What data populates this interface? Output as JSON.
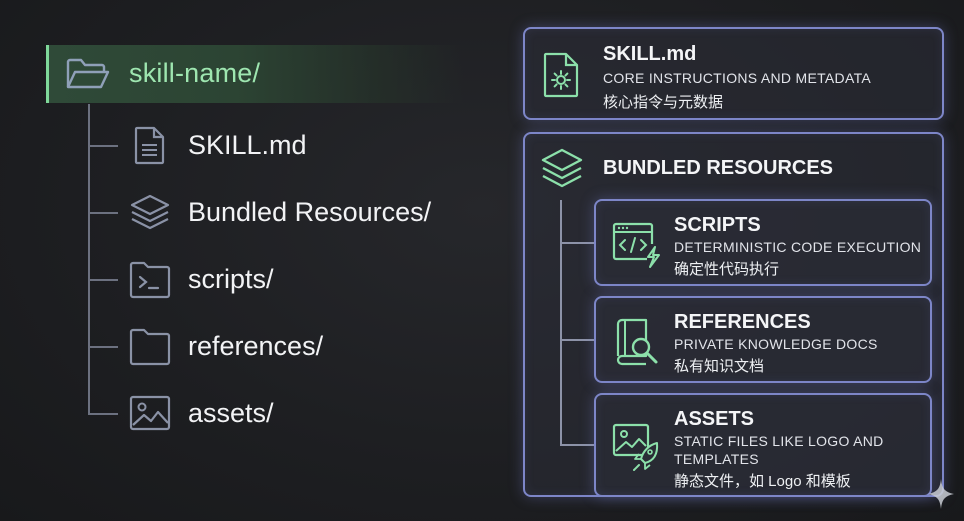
{
  "tree": {
    "root": {
      "label": "skill-name/",
      "icon": "folder-open-icon"
    },
    "items": [
      {
        "label": "SKILL.md",
        "icon": "document-icon"
      },
      {
        "label": "Bundled Resources/",
        "icon": "layers-icon"
      },
      {
        "label": "scripts/",
        "icon": "terminal-folder-icon"
      },
      {
        "label": "references/",
        "icon": "folder-icon"
      },
      {
        "label": "assets/",
        "icon": "image-icon"
      }
    ]
  },
  "panel": {
    "skill": {
      "title": "SKILL.md",
      "subtitle": "CORE INSTRUCTIONS AND METADATA",
      "subtitle_zh": "核心指令与元数据",
      "icon": "settings-document-icon"
    },
    "bundled": {
      "title": "BUNDLED RESOURCES",
      "icon": "layers-icon",
      "items": [
        {
          "title": "SCRIPTS",
          "subtitle": "DETERMINISTIC CODE EXECUTION",
          "subtitle_zh": "确定性代码执行",
          "icon": "code-window-icon"
        },
        {
          "title": "REFERENCES",
          "subtitle": "PRIVATE KNOWLEDGE DOCS",
          "subtitle_zh": "私有知识文档",
          "icon": "book-search-icon"
        },
        {
          "title": "ASSETS",
          "subtitle": "STATIC FILES LIKE LOGO AND TEMPLATES",
          "subtitle_zh": "静态文件，如 Logo 和模板",
          "icon": "image-rocket-icon"
        }
      ]
    }
  },
  "colors": {
    "accent_green": "#9ee6b0",
    "card_border": "#7d86c8",
    "tree_line": "#6c7180"
  },
  "watermark_icon": "sparkle-icon"
}
